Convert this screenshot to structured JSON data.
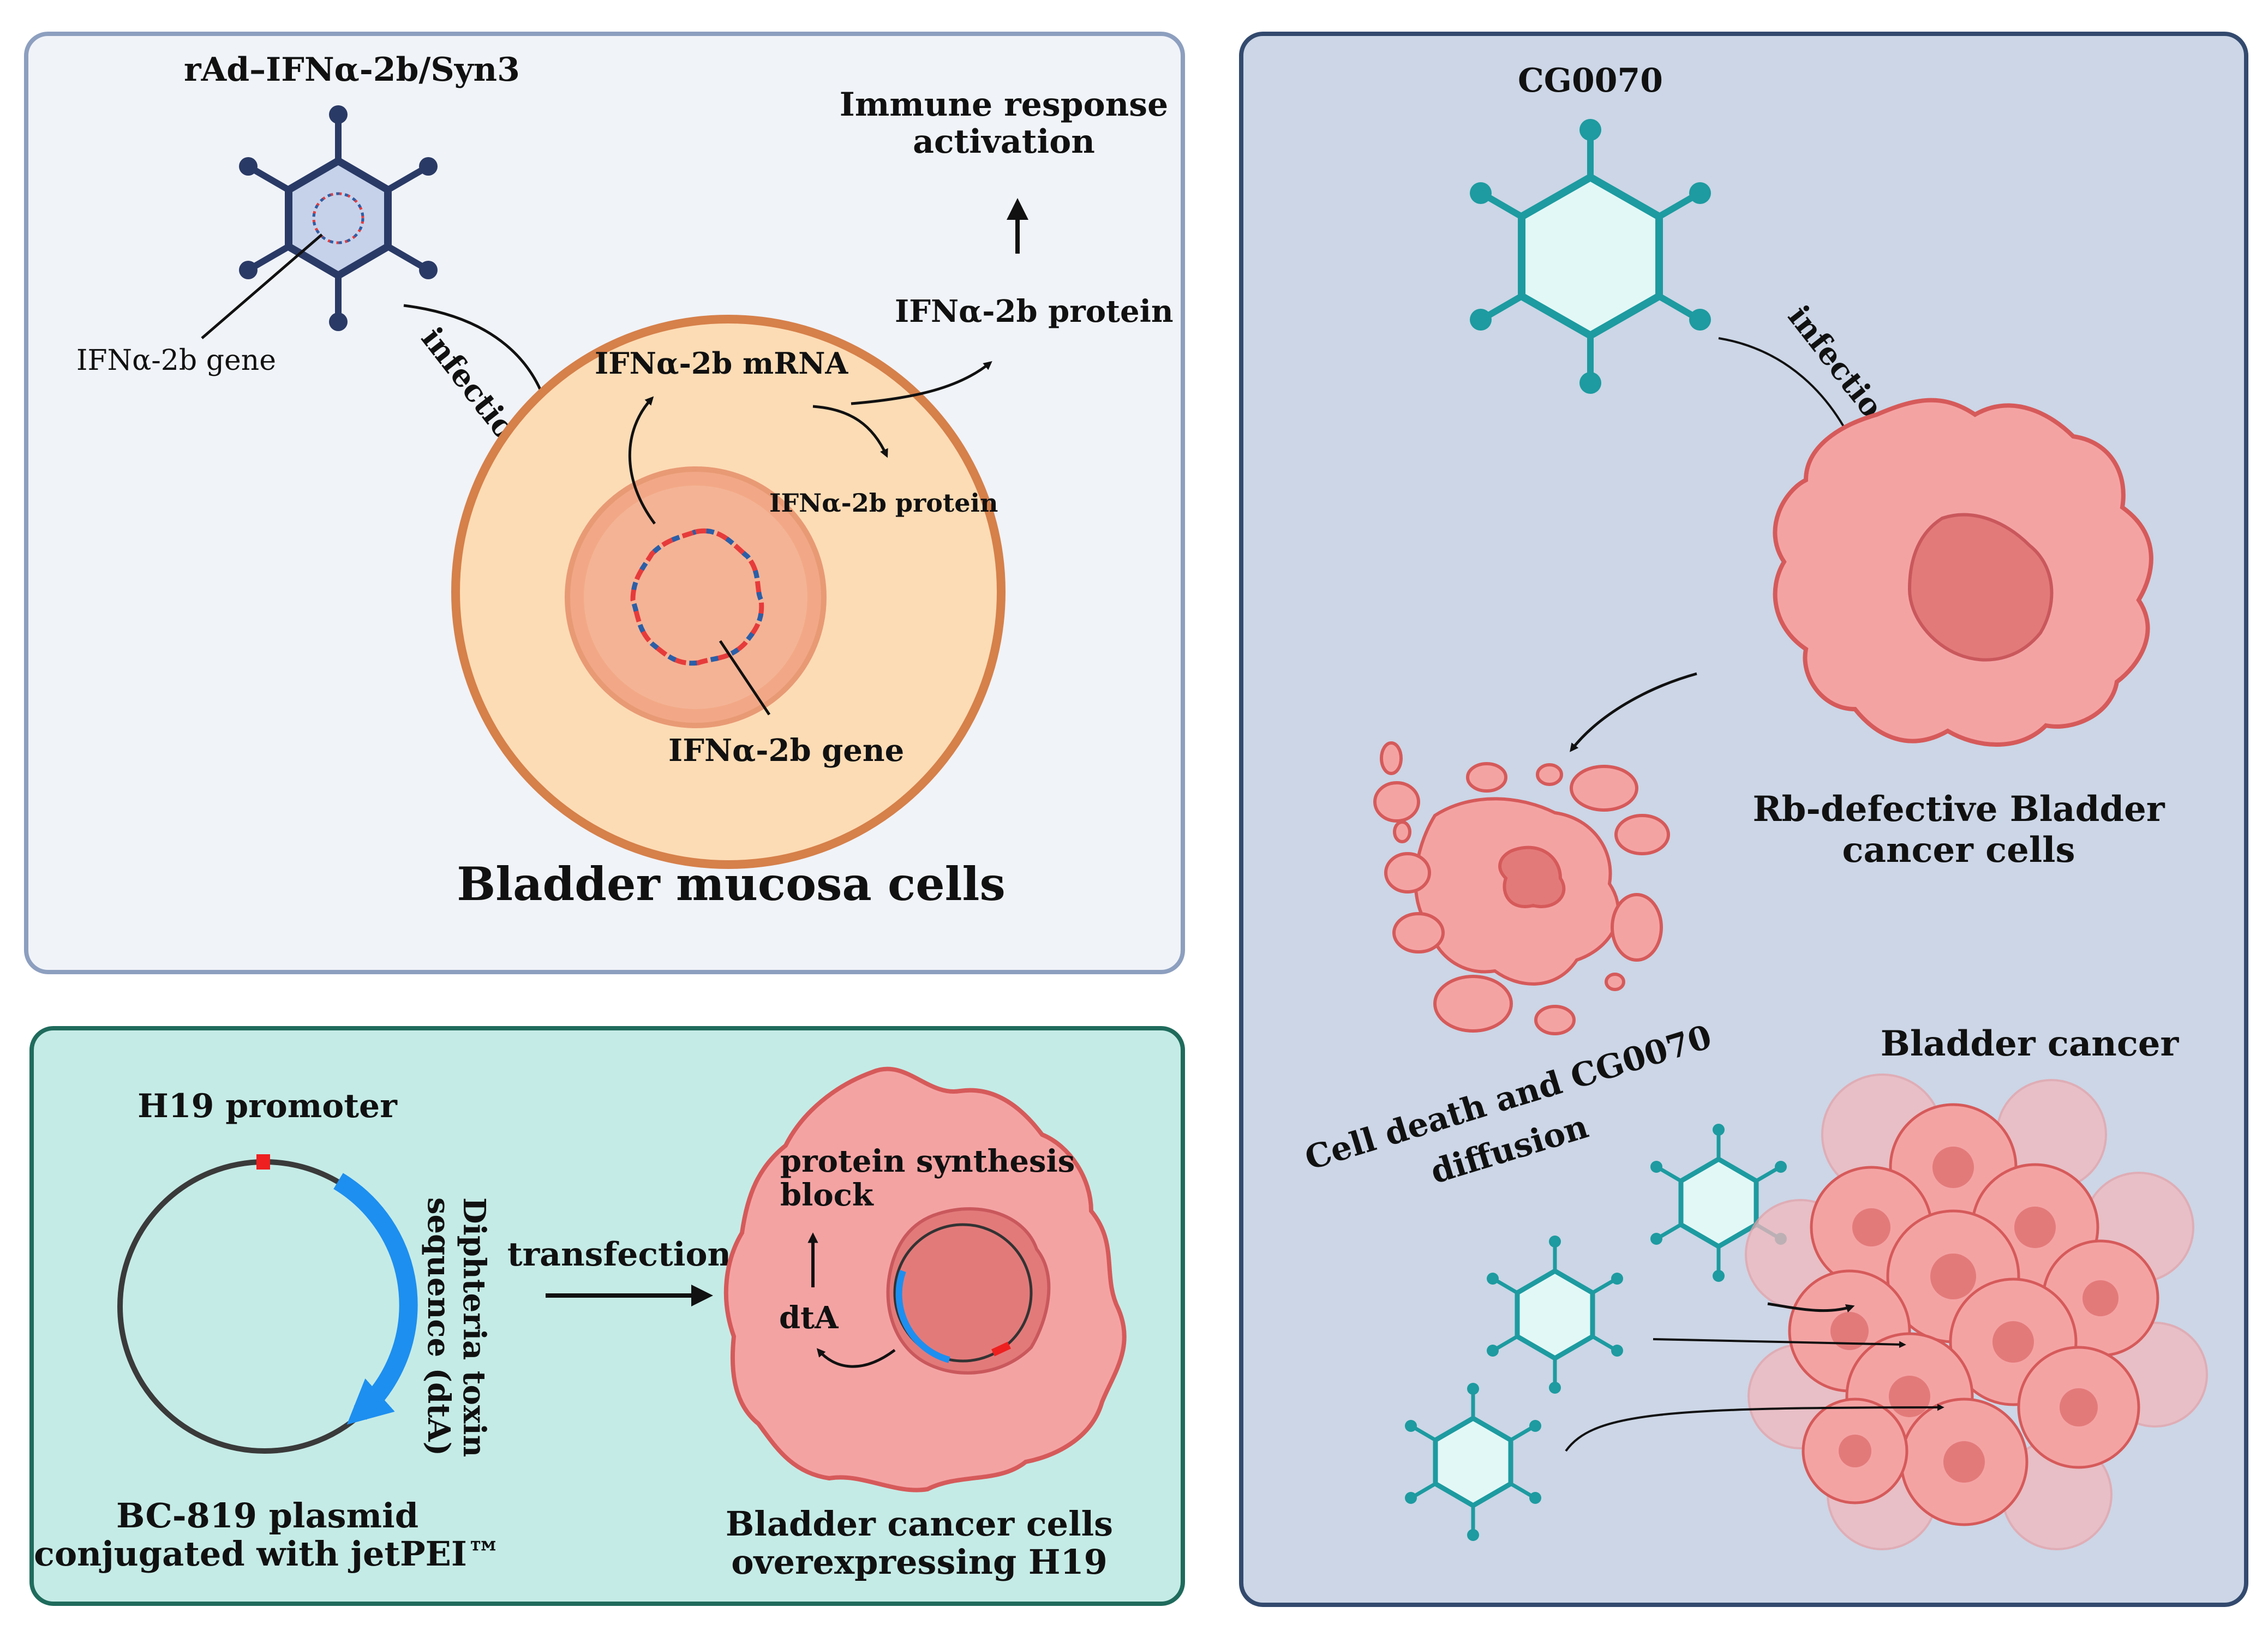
{
  "colors": {
    "panel_mucosa_fill": "#f0f3f8",
    "panel_mucosa_stroke": "#8d9fbf",
    "panel_h19_fill": "#c5ebe6",
    "panel_h19_stroke": "#1f6b5c",
    "panel_cg_fill": "#ccd6e6",
    "panel_cg_stroke": "#334a6e",
    "cell_outer": "#fcdcb5",
    "cell_border": "#d6804a",
    "nucleus": "#f2a886",
    "nucleus_inner": "#f4b395",
    "cancer_cell": "#f4a3a3",
    "cancer_border": "#d65a5a",
    "cancer_nucleus": "#e37a7a",
    "virus_teal": "#1d9ba0",
    "virus_teal_fill": "#e2f8f6",
    "virus_navy": "#2a3a66",
    "virus_navy_fill": "#c6d2ea",
    "dna_red": "#e63b3b",
    "dna_blue": "#2a5fa8",
    "plasmid_blue": "#1d8ff0",
    "promoter_red": "#ee2020"
  },
  "icons": [
    "adenovirus-icon",
    "oncolytic-virus-icon",
    "dna-plasmid-icon",
    "cancer-cell-icon",
    "tumor-mass-icon",
    "apoptotic-cell-icon"
  ],
  "panel_mucosa": {
    "virus_label": "rAd–IFNα-2b/Syn3",
    "virus_gene_label": "IFNα-2b gene",
    "infection_label": "infection",
    "mrna_label": "IFNα-2b mRNA",
    "protein_inner_label": "IFNα-2b protein",
    "protein_outer_label": "IFNα-2b protein",
    "nucleus_gene_label": "IFNα-2b gene",
    "immune_label_line1": "Immune response",
    "immune_label_line2": "activation",
    "cell_caption": "Bladder mucosa cells"
  },
  "panel_h19": {
    "promoter_label": "H19 promoter",
    "toxin_label_line1": "Diphteria toxin",
    "toxin_label_line2": "sequence (dtA)",
    "plasmid_caption_line1": "BC-819 plasmid",
    "plasmid_caption_line2": "conjugated with jetPEI™",
    "transfection_label": "transfection",
    "block_label_line1": "protein synthesis",
    "block_label_line2": "block",
    "dta_label": "dtA",
    "cell_caption_line1": "Bladder cancer cells",
    "cell_caption_line2": "overexpressing H19"
  },
  "panel_cg": {
    "virus_label": "CG0070",
    "infection_label": "infection",
    "cell_caption_line1": "Rb-defective Bladder",
    "cell_caption_line2": "cancer cells",
    "death_label_line1": "Cell death and CG0070",
    "death_label_line2": "diffusion",
    "tumor_label": "Bladder cancer"
  }
}
